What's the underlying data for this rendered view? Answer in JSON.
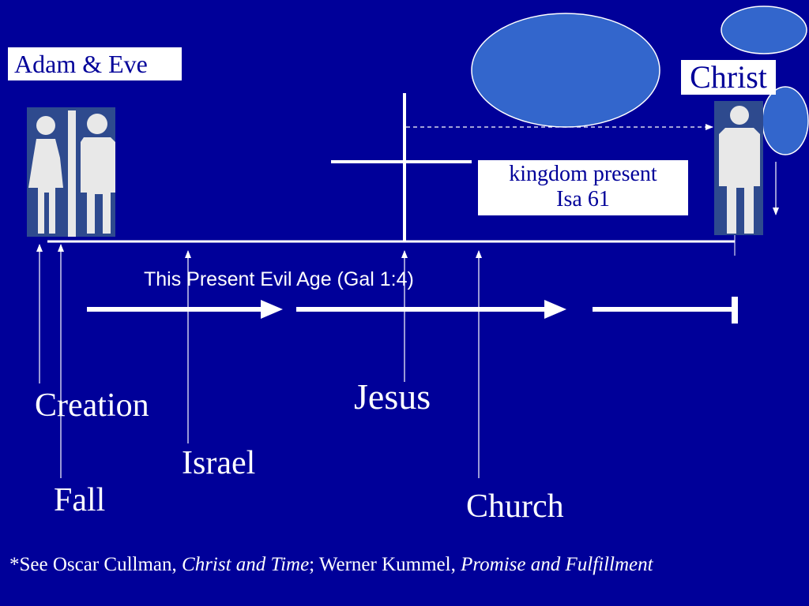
{
  "labels": {
    "adam_eve": "Adam & Eve",
    "christ": "Christ",
    "kingdom_line1": "kingdom present",
    "kingdom_line2": "Isa 61",
    "age": "This Present Evil Age (Gal 1:4)",
    "creation": "Creation",
    "fall": "Fall",
    "israel": "Israel",
    "jesus": "Jesus",
    "church": "Church"
  },
  "footnote": {
    "prefix": "*See Oscar Cullman, ",
    "title1": "Christ and Time",
    "middle": "; Werner Kummel, ",
    "title2": "Promise and Fulfillment"
  },
  "colors": {
    "background": "#000099",
    "ellipse_fill": "#3366CC",
    "figure_panel": "#2E4A8E",
    "figure": "#E8E8E8",
    "line": "#ffffff"
  },
  "icons": {
    "adam_eve": "woman-man-restroom-icon",
    "christ": "man-figure-icon"
  }
}
